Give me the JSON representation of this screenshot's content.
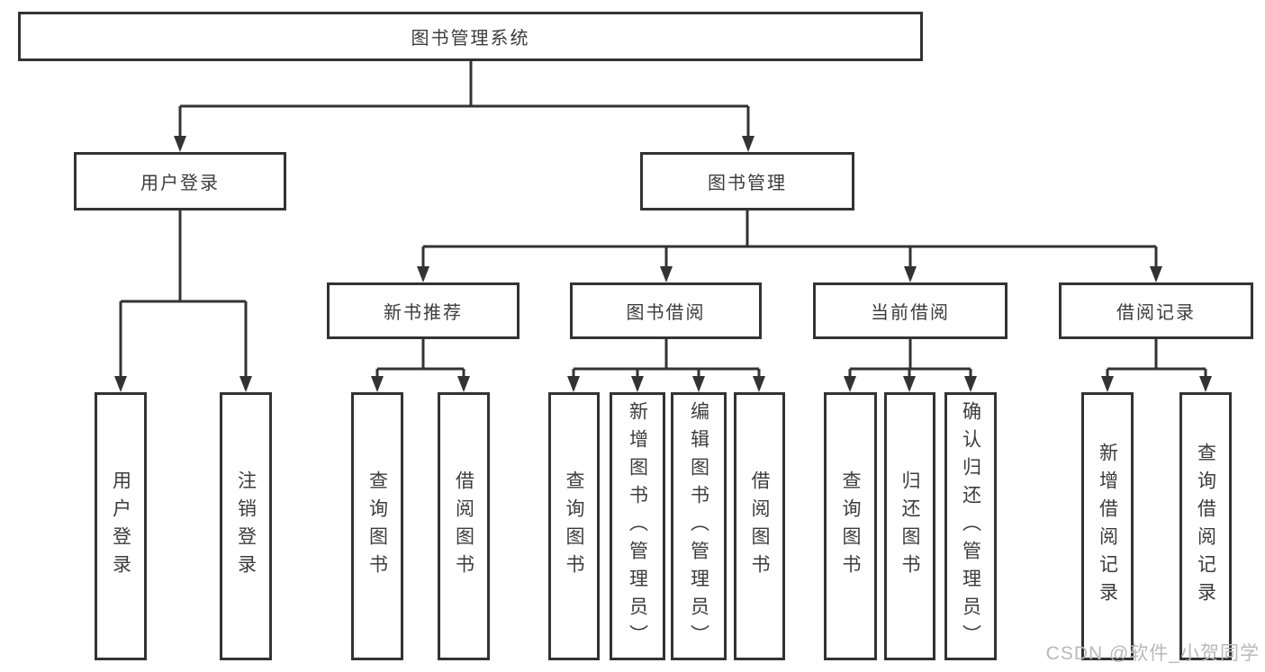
{
  "diagram": {
    "root": {
      "label": "图书管理系统"
    },
    "branches": [
      {
        "label": "用户登录",
        "children": [
          {
            "label": "用户登录"
          },
          {
            "label": "注销登录"
          }
        ]
      },
      {
        "label": "图书管理",
        "sections": [
          {
            "label": "新书推荐",
            "children": [
              {
                "label": "查询图书"
              },
              {
                "label": "借阅图书"
              }
            ]
          },
          {
            "label": "图书借阅",
            "children": [
              {
                "label": "查询图书"
              },
              {
                "label": "新增图书（管理员）"
              },
              {
                "label": "编辑图书（管理员）"
              },
              {
                "label": "借阅图书"
              }
            ]
          },
          {
            "label": "当前借阅",
            "children": [
              {
                "label": "查询图书"
              },
              {
                "label": "归还图书"
              },
              {
                "label": "确认归还（管理员）"
              }
            ]
          },
          {
            "label": "借阅记录",
            "children": [
              {
                "label": "新增借阅记录"
              },
              {
                "label": "查询借阅记录"
              }
            ]
          }
        ]
      }
    ]
  },
  "watermark": {
    "text": "CSDN @软件_小贺同学"
  },
  "colors": {
    "line": "#333333",
    "box_border": "#333333",
    "text": "#3c3c3c",
    "watermark": "#b9b9b9",
    "background": "#ffffff"
  }
}
